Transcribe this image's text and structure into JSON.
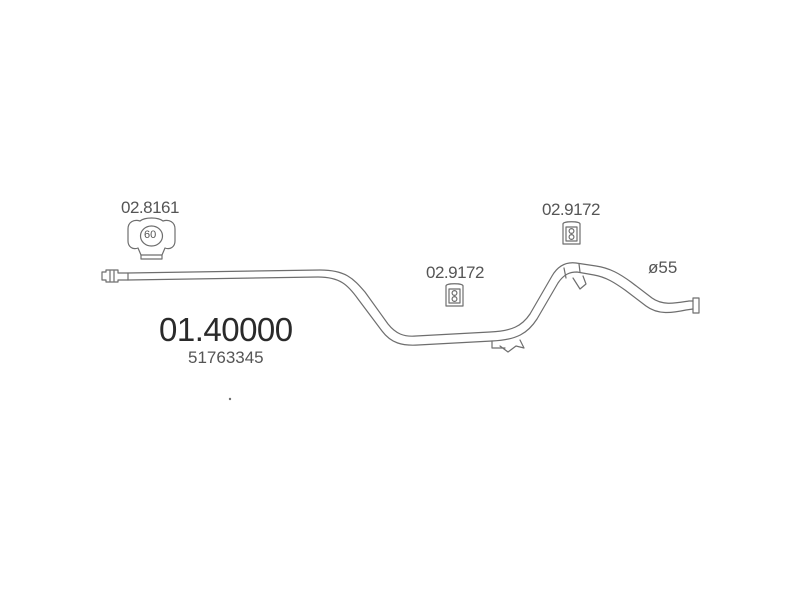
{
  "labels": {
    "clamp_code": "02.8161",
    "clamp_size": "60",
    "hanger_code_mid": "02.9172",
    "hanger_code_right": "02.9172",
    "part_number": "01.40000",
    "oem_number": "51763345",
    "diameter": "ø55"
  },
  "icons": {
    "clamp": "pipe-clamp-icon",
    "hanger": "rubber-hanger-icon"
  },
  "colors": {
    "line": "#6e6e6e",
    "text": "#555555",
    "part_number": "#2a2a2a"
  }
}
